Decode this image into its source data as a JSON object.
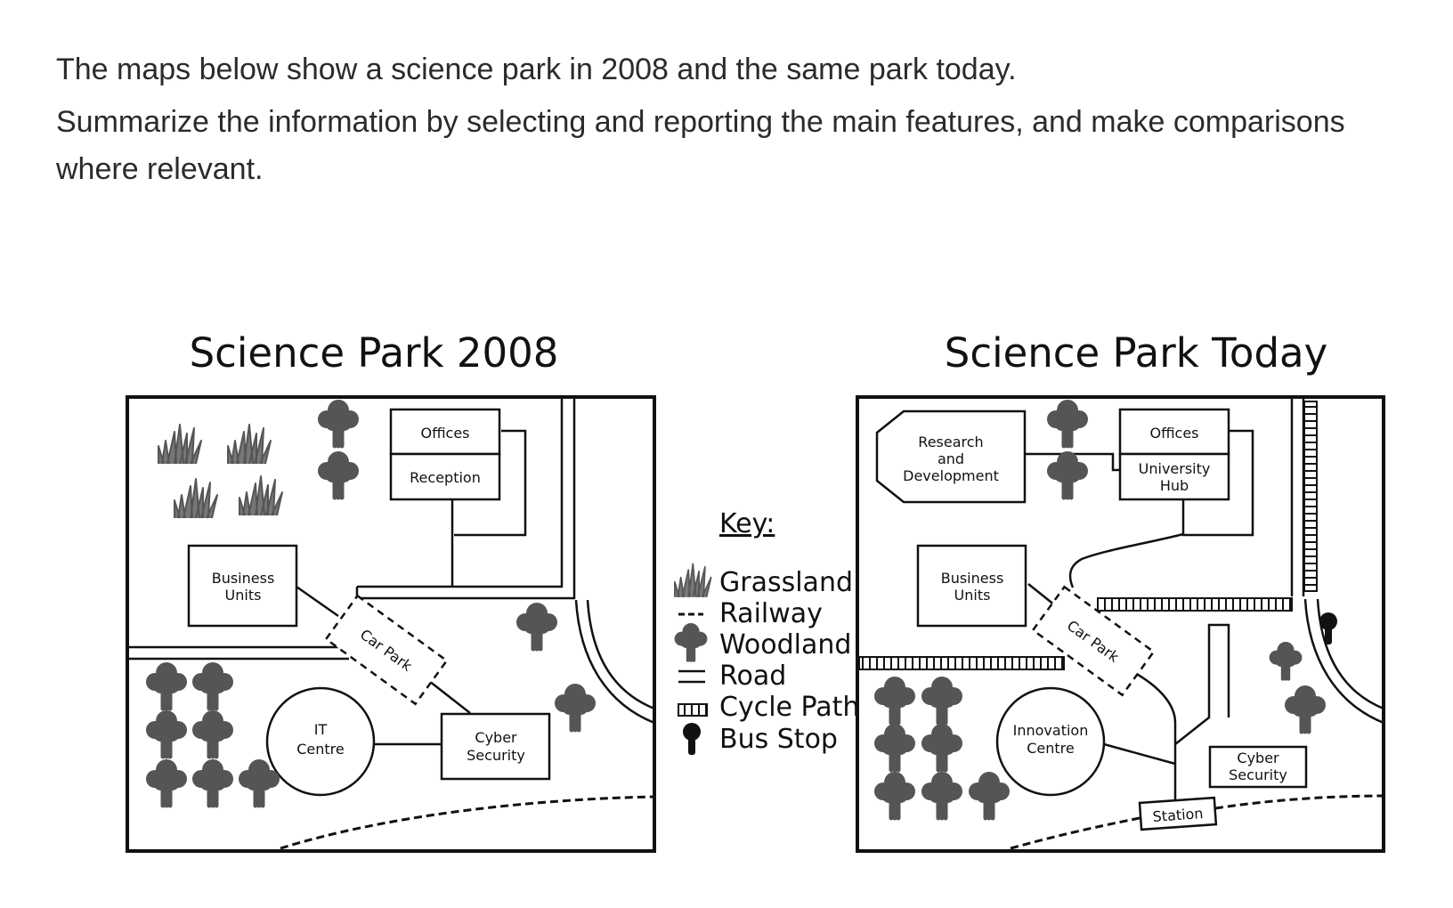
{
  "prompt": {
    "line1": "The maps below show a science park in 2008 and the same park today.",
    "line2": "Summarize the information by selecting and reporting the main features, and make comparisons where relevant."
  },
  "map_2008": {
    "title": "Science Park 2008",
    "offices": "Offices",
    "reception": "Reception",
    "business_units": [
      "Business",
      "Units"
    ],
    "car_park": "Car Park",
    "it_centre": [
      "IT",
      "Centre"
    ],
    "cyber_security": [
      "Cyber",
      "Security"
    ]
  },
  "map_today": {
    "title": "Science Park Today",
    "research": [
      "Research",
      "and",
      "Development"
    ],
    "offices": "Offices",
    "university_hub": [
      "University",
      "Hub"
    ],
    "business_units": [
      "Business",
      "Units"
    ],
    "car_park": "Car Park",
    "innovation_centre": [
      "Innovation",
      "Centre"
    ],
    "cyber_security": [
      "Cyber",
      "Security"
    ],
    "station": "Station"
  },
  "key": {
    "title": "Key:",
    "items": [
      "Grassland",
      "Railway",
      "Woodland",
      "Road",
      "Cycle Path",
      "Bus Stop"
    ]
  },
  "colors": {
    "ink": "#111111",
    "tree": "#555555",
    "grass": "#555555",
    "text": "#2b2b2b"
  }
}
